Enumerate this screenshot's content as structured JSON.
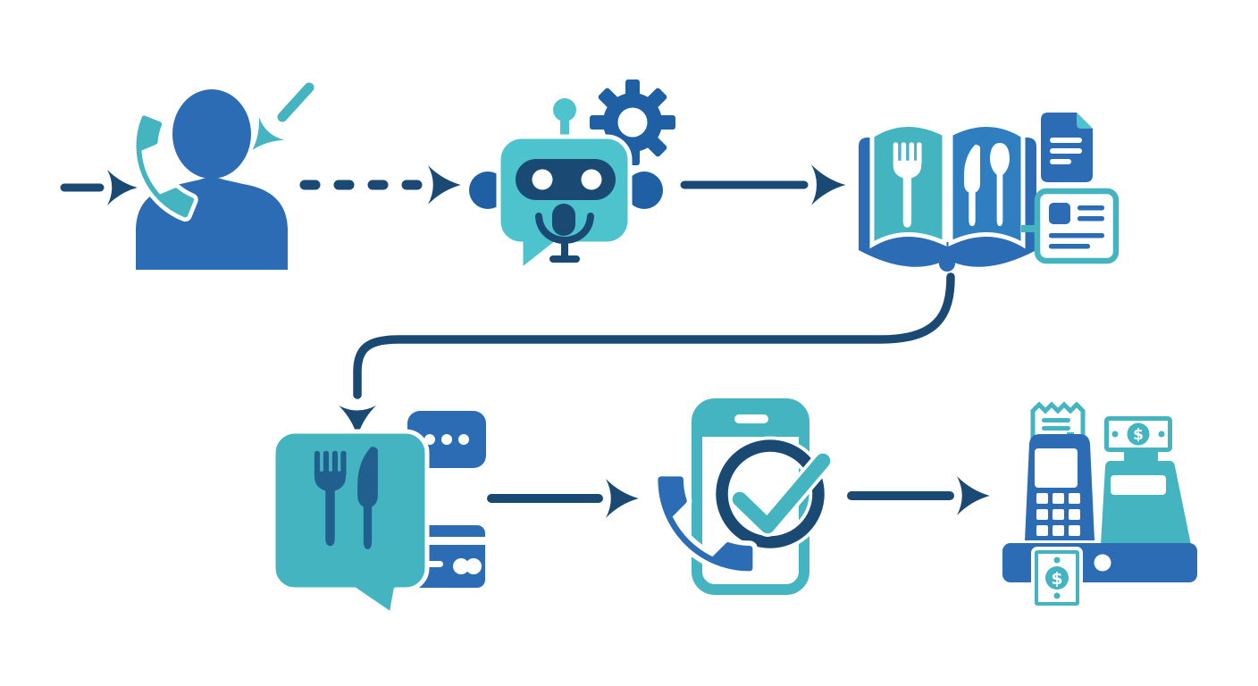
{
  "diagram": {
    "background": "#ffffff",
    "layout": "two-row flowchart, left-to-right on top row, curving down to second row",
    "colors": {
      "bg": "#ffffff",
      "blue": "#2b6cb4",
      "deep_blue": "#1f5fa3",
      "page_blue": "#2e7ec0",
      "navy": "#1a4a74",
      "cutlery": "#205f8e",
      "teal": "#45b4c1",
      "teal_light": "#4cc3cd"
    },
    "currency_symbol": "$",
    "nodes": [
      {
        "id": "incoming-call-customer",
        "row": 1,
        "order": 1,
        "label": "Customer silhouette receiving a phone call with teal handset and incoming teal arrow"
      },
      {
        "id": "ai-voice-assistant",
        "row": 1,
        "order": 2,
        "label": "AI chatbot head with antenna, visor eyes, microphone and settings gear"
      },
      {
        "id": "menu-lookup",
        "row": 1,
        "order": 3,
        "label": "Open restaurant menu book with fork, knife and spoon, linked document and details card"
      },
      {
        "id": "order-taking",
        "row": 2,
        "order": 4,
        "label": "Order speech bubble with fork and knife, chat message bubble and credit card"
      },
      {
        "id": "order-confirmation",
        "row": 2,
        "order": 5,
        "label": "Smartphone with confirmation checkmark circle and phone handset"
      },
      {
        "id": "payment-checkout",
        "row": 2,
        "order": 6,
        "label": "Cash register with POS terminal, printed receipt, cash bills and drawer"
      }
    ],
    "edges": [
      {
        "from": "start",
        "to": "incoming-call-customer",
        "style": "solid-arrow",
        "color": "navy"
      },
      {
        "from": "external",
        "to": "incoming-call-customer",
        "style": "diagonal-solid-arrow",
        "color": "teal"
      },
      {
        "from": "incoming-call-customer",
        "to": "ai-voice-assistant",
        "style": "dashed-arrow",
        "color": "navy"
      },
      {
        "from": "ai-voice-assistant",
        "to": "menu-lookup",
        "style": "solid-arrow",
        "color": "navy"
      },
      {
        "from": "menu-lookup",
        "to": "order-taking",
        "style": "curved-elbow-arrow",
        "color": "navy"
      },
      {
        "from": "order-taking",
        "to": "order-confirmation",
        "style": "solid-arrow",
        "color": "navy"
      },
      {
        "from": "order-confirmation",
        "to": "payment-checkout",
        "style": "solid-arrow",
        "color": "navy"
      }
    ]
  }
}
